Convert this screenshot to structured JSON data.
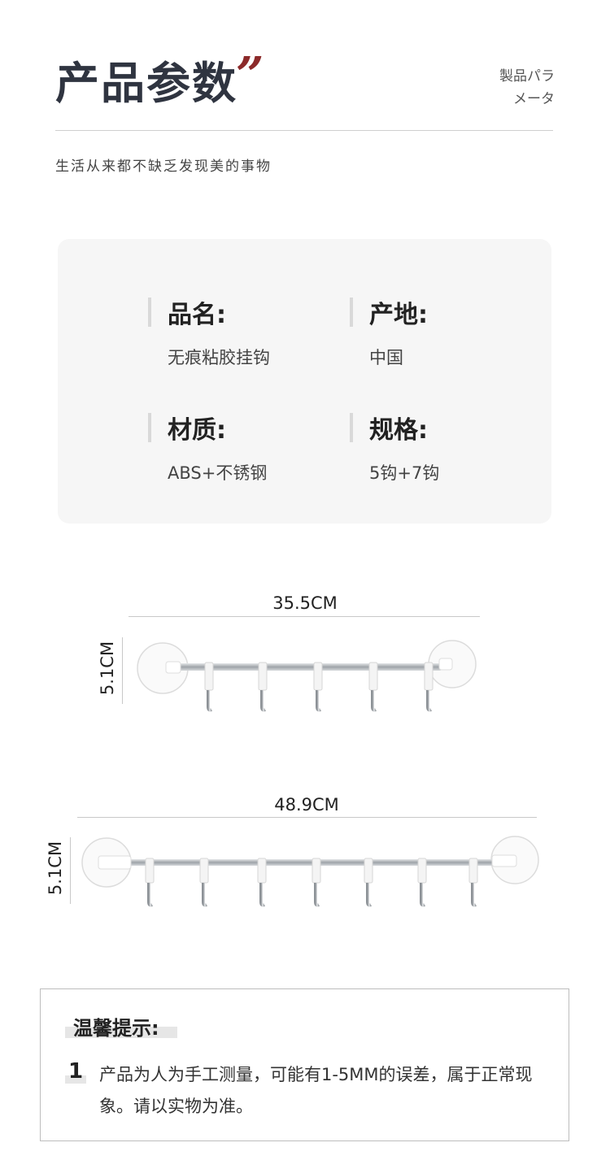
{
  "header": {
    "title": "产品参数",
    "quote_mark": "”",
    "jp_line1": "製品パラ",
    "jp_line2": "メータ",
    "subtitle": "生活从来都不缺乏发现美的事物"
  },
  "specs": [
    {
      "label": "品名:",
      "value": "无痕粘胶挂钩"
    },
    {
      "label": "产地:",
      "value": "中国"
    },
    {
      "label": "材质:",
      "value": "ABS+不锈钢"
    },
    {
      "label": "规格:",
      "value": "5钩+7钩"
    }
  ],
  "products": [
    {
      "length": "35.5CM",
      "height": "5.1CM",
      "hooks": 5
    },
    {
      "length": "48.9CM",
      "height": "5.1CM",
      "hooks": 7
    }
  ],
  "notice": {
    "title": "温馨提示:",
    "items": [
      {
        "num": "1",
        "text": "产品为人为手工测量，可能有1-5MM的误差，属于正常现象。请以实物为准。"
      }
    ]
  },
  "colors": {
    "title": "#2f3440",
    "accent": "#8c2a2a",
    "card_bg": "#f6f6f6",
    "rail": "#b8bcc0"
  }
}
